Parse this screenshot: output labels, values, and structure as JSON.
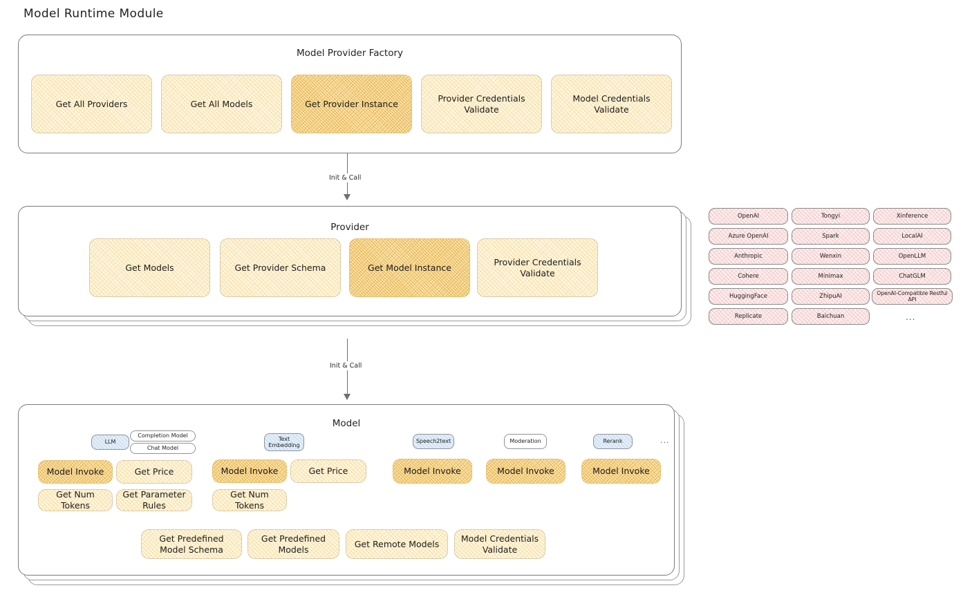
{
  "title": "Model Runtime Module",
  "sections": {
    "factory": {
      "title": "Model Provider Factory",
      "boxes": [
        {
          "label": "Get All Providers",
          "highlight": false
        },
        {
          "label": "Get All Models",
          "highlight": false
        },
        {
          "label": "Get Provider Instance",
          "highlight": true
        },
        {
          "label": "Provider Credentials Validate",
          "highlight": false
        },
        {
          "label": "Model Credentials Validate",
          "highlight": false
        }
      ]
    },
    "provider": {
      "title": "Provider",
      "boxes": [
        {
          "label": "Get Models",
          "highlight": false
        },
        {
          "label": "Get Provider Schema",
          "highlight": false
        },
        {
          "label": "Get Model Instance",
          "highlight": true
        },
        {
          "label": "Provider Credentials Validate",
          "highlight": false
        }
      ]
    },
    "model": {
      "title": "Model",
      "types": [
        {
          "name": "LLM",
          "style": "blue",
          "submodes": [
            "Completion Model",
            "Chat Model"
          ],
          "methods": [
            {
              "label": "Model Invoke",
              "highlight": true
            },
            {
              "label": "Get Price",
              "highlight": false
            },
            {
              "label": "Get Num Tokens",
              "highlight": false
            },
            {
              "label": "Get Parameter Rules",
              "highlight": false
            }
          ]
        },
        {
          "name": "Text Embedding",
          "style": "blue",
          "submodes": [],
          "methods": [
            {
              "label": "Model Invoke",
              "highlight": true
            },
            {
              "label": "Get Price",
              "highlight": false
            },
            {
              "label": "Get Num Tokens",
              "highlight": false
            }
          ]
        },
        {
          "name": "Speech2text",
          "style": "blue",
          "submodes": [],
          "methods": [
            {
              "label": "Model Invoke",
              "highlight": true
            }
          ]
        },
        {
          "name": "Moderation",
          "style": "plain",
          "submodes": [],
          "methods": [
            {
              "label": "Model Invoke",
              "highlight": true
            }
          ]
        },
        {
          "name": "Rerank",
          "style": "blue",
          "submodes": [],
          "methods": [
            {
              "label": "Model Invoke",
              "highlight": true
            }
          ]
        }
      ],
      "more": "...",
      "common_methods": [
        {
          "label": "Get Predefined Model Schema"
        },
        {
          "label": "Get Predefined Models"
        },
        {
          "label": "Get Remote Models"
        },
        {
          "label": "Model Credentials Validate"
        }
      ]
    }
  },
  "arrows": [
    {
      "label": "Init & Call"
    },
    {
      "label": "Init & Call"
    }
  ],
  "provider_list": {
    "columns": [
      [
        "OpenAI",
        "Azure OpenAI",
        "Anthropic",
        "Cohere",
        "HuggingFace",
        "Replicate"
      ],
      [
        "Tongyi",
        "Spark",
        "Wenxin",
        "Minimax",
        "ZhipuAI",
        "Baichuan"
      ],
      [
        "Xinference",
        "LocalAI",
        "OpenLLM",
        "ChatGLM",
        "OpenAI-Compatible Restful API"
      ]
    ],
    "more": "..."
  },
  "colors": {
    "highlight_fill": "#fbe6b4",
    "box_fill": "#fdf6e0",
    "chip_fill": "#fdeeee",
    "badge_fill": "#e3eef8",
    "stroke": "#7a7a7a"
  }
}
